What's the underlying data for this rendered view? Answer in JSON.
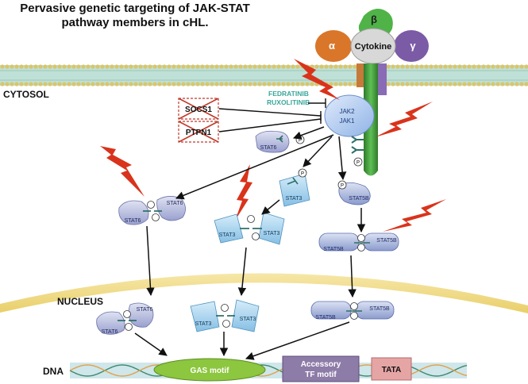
{
  "title_line1": "Pervasive genetic targeting of JAK-STAT",
  "title_line2": "pathway members in cHL.",
  "cytosol_label": "CYTOSOL",
  "nucleus_label": "NUCLEUS",
  "dna_label": "DNA",
  "receptor": {
    "cytokine": "Cytokine",
    "alpha": "α",
    "beta": "β",
    "gamma": "γ"
  },
  "drugs": [
    "FEDRATINIB",
    "RUXOLITINIB"
  ],
  "inhibitors": [
    "SOCS1",
    "PTPN1"
  ],
  "jak": [
    "JAK2",
    "JAK1"
  ],
  "phospho": "P",
  "stat6": "STAT6",
  "stat3": "STAT3",
  "stat5b": "STAT5B",
  "dna_elements": {
    "gas": "GAS motif",
    "accessory_line1": "Accessory",
    "accessory_line2": "TF motif",
    "tata": "TATA"
  },
  "colors": {
    "alpha": "#d9762a",
    "beta": "#4fb348",
    "gamma": "#7b5aa6",
    "cytokine": "#d7d7d7",
    "jak": "#aac8ec",
    "drug_text": "#3aa79a",
    "lightning": "#d9331c",
    "stat6": "#b9bedf",
    "stat3": "#a8d4ef",
    "stat5b": "#aab6dc",
    "membrane_band": "#b8dcd0",
    "membrane_head": "#d9c66a",
    "nucleus": "#f2df8e",
    "gas": "#8dc63f",
    "accessory": "#8d7ba8",
    "tata": "#e6a5a5",
    "dna_band": "#cfe6ea"
  }
}
